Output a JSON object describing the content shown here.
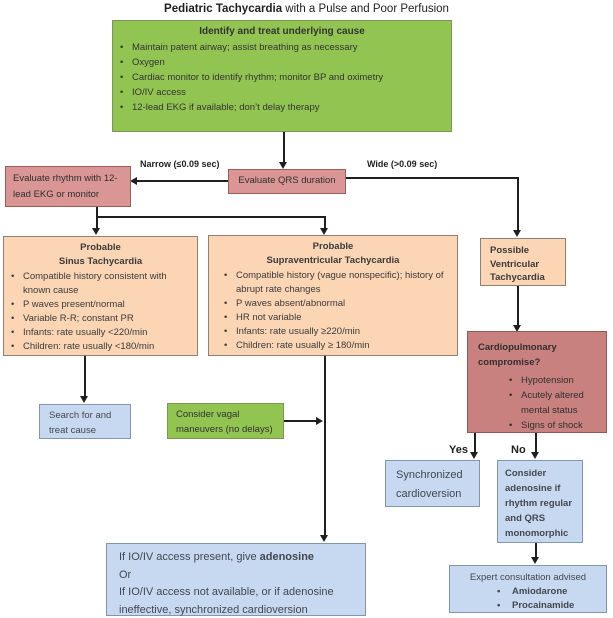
{
  "title": {
    "bold": "Pediatric Tachycardia",
    "rest": " with a Pulse and Poor Perfusion"
  },
  "colors": {
    "green": "#92c452",
    "pink": "#d99694",
    "dark_pink": "#c9817f",
    "peach": "#fcd5b4",
    "light_blue": "#c6d9f0",
    "line": "#1f1f1f"
  },
  "identify": {
    "title": "Identify and treat underlying cause",
    "bullets": [
      "Maintain patent airway; assist breathing as necessary",
      "Oxygen",
      "Cardiac monitor to identify rhythm; monitor BP and oximetry",
      "IO/IV access",
      "12-lead EKG if available; don’t delay therapy"
    ]
  },
  "evaluate_qrs": {
    "label": "Evaluate QRS duration"
  },
  "evaluate_rhythm": {
    "label": "Evaluate rhythm with 12-lead EKG or monitor"
  },
  "branch_labels": {
    "narrow": "Narrow (≤0.09 sec)",
    "wide": "Wide (>0.09 sec)",
    "yes": "Yes",
    "no": "No"
  },
  "sinus": {
    "title1": "Probable",
    "title2": "Sinus Tachycardia",
    "bullets": [
      "Compatible history consistent with known cause",
      "P waves present/normal",
      "Variable R-R; constant PR",
      "Infants: rate usually <220/min",
      "Children: rate usually <180/min"
    ]
  },
  "svt": {
    "title1": "Probable",
    "title2": "Supraventricular Tachycardia",
    "bullets": [
      "Compatible history (vague nonspecific); history of abrupt rate changes",
      "P waves absent/abnormal",
      "HR not variable",
      "Infants: rate usually ≥220/min",
      "Children: rate usually ≥ 180/min"
    ]
  },
  "pvt": {
    "line1": "Possible",
    "line2": "Ventricular",
    "line3": "Tachycardia"
  },
  "cardio": {
    "title1": "Cardiopulmonary",
    "title2": "compromise?",
    "bullets": [
      "Hypotension",
      "Acutely altered mental status",
      "Signs of shock"
    ]
  },
  "search": {
    "label": "Search for and treat cause"
  },
  "vagal": {
    "label": "Consider vagal maneuvers (no delays)"
  },
  "sync": {
    "label": "Synchronized cardioversion"
  },
  "adenosine_consider": {
    "label": "Consider adenosine if rhythm regular and QRS monomorphic"
  },
  "expert": {
    "title": "Expert consultation advised",
    "bullets": [
      "Amiodarone",
      "Procainamide"
    ]
  },
  "io_iv": {
    "line1_pre": "If IO/IV access present, give ",
    "line1_bold": "adenosine",
    "line2": "Or",
    "line3": "If IO/IV access not available, or if adenosine ineffective, synchronized cardioversion"
  }
}
